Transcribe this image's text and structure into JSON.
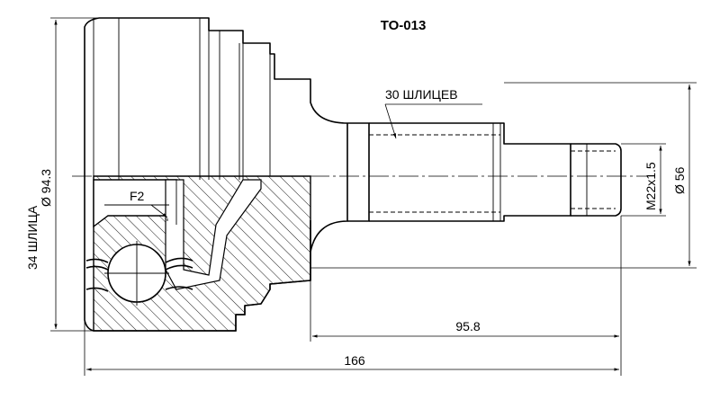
{
  "title": "TO-013",
  "labels": {
    "outer_splines": "34 ШЛИЦА",
    "outer_diameter": "Ø 94.3",
    "inner_splines": "30 ШЛИЦЕВ",
    "thread": "M22x1.5",
    "shaft_diameter": "Ø 56",
    "flange": "F2",
    "length_spline": "95.8",
    "length_total": "166"
  }
}
